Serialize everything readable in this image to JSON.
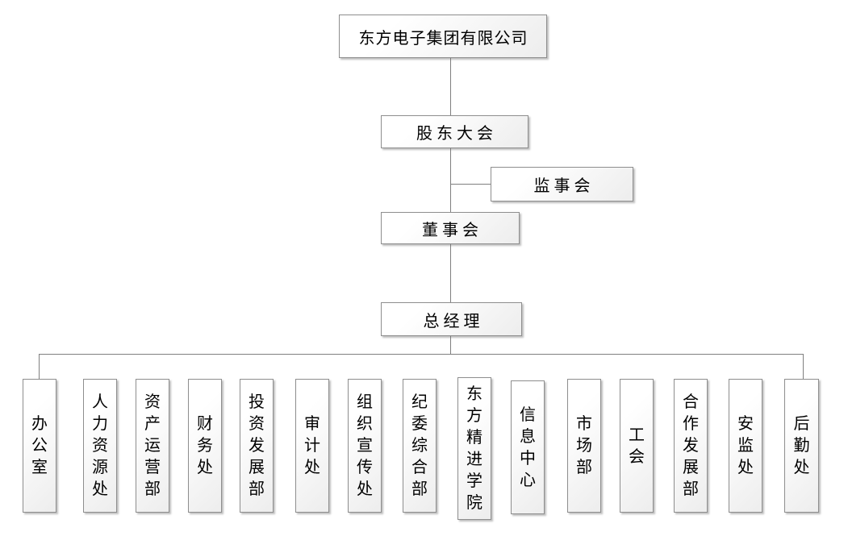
{
  "org_chart": {
    "root": {
      "label": "东方电子集团有限公司"
    },
    "shareholders_meeting": {
      "label": "股东大会"
    },
    "supervisory_board": {
      "label": "监事会"
    },
    "board_of_directors": {
      "label": "董事会"
    },
    "general_manager": {
      "label": "总经理"
    },
    "departments": [
      {
        "label": "办公室"
      },
      {
        "label": "人力资源处"
      },
      {
        "label": "资产运营部"
      },
      {
        "label": "财务处"
      },
      {
        "label": "投资发展部"
      },
      {
        "label": "审计处"
      },
      {
        "label": "组织宣传处"
      },
      {
        "label": "纪委综合部"
      },
      {
        "label": "东方精进学院"
      },
      {
        "label": "信息中心"
      },
      {
        "label": "市场部"
      },
      {
        "label": "工会"
      },
      {
        "label": "合作发展部"
      },
      {
        "label": "安监处"
      },
      {
        "label": "后勤处"
      }
    ],
    "colors": {
      "background": "#ffffff",
      "box_border": "#8e8e8e",
      "box_fill_light": "#ffffff",
      "box_fill_shade": "#ededed",
      "connector_line": "#7f7f7f",
      "text": "#000000"
    }
  }
}
